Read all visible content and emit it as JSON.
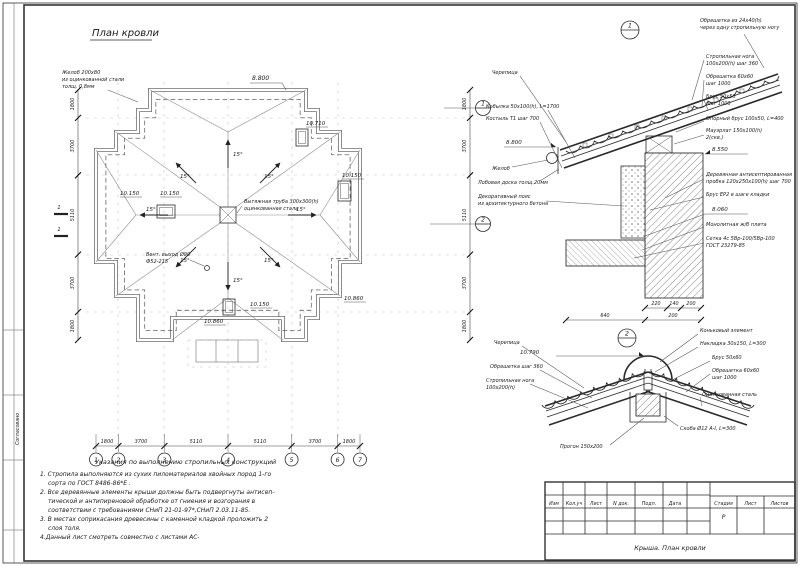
{
  "sheet": {
    "side_text": "Согласовано"
  },
  "plan": {
    "title": "План кровли",
    "elev_top": "8.800",
    "gutter_l1": "Желоб 200х80",
    "gutter_l2": "из оцинкованной стали",
    "gutter_l3": "толщ. 0,8мм",
    "center_l1": "Вытяжная труба 300х300(h)",
    "center_l2": "оцинкованная сталь",
    "vent_l1": "Вент. выход Ø90",
    "vent_l2": "Ф52-215",
    "slope": "15°",
    "elev_10150": "10.150",
    "elev_10860": "10.860",
    "elev_10710": "10.710",
    "callout_upper": "1",
    "callout_lower": "2",
    "section_label": "1",
    "dims_bottom": [
      "1800",
      "3700",
      "5110",
      "5110",
      "3700",
      "1800"
    ],
    "axes_bottom": [
      "1",
      "2",
      "3",
      "4",
      "5",
      "6",
      "7"
    ],
    "dims_right": [
      "1800",
      "3700",
      "5110",
      "3700",
      "1800"
    ],
    "dims_left": [
      "1800",
      "3700",
      "5110",
      "3700",
      "1800"
    ]
  },
  "detail1": {
    "number": "1",
    "top_l1": "Обрешетка из 24х40(h)",
    "top_l2": "через одну стропильную ногу",
    "tile": "Черепица",
    "rafter_l1": "Стропильная нога",
    "rafter_l2": "100х200(h) шаг 360",
    "batten_l1": "Обрешетка 60х60",
    "batten_l2": "шаг 1000",
    "brus_l1": "Брус 50х50",
    "brus_l2": "шаг 1000",
    "opor": "Опорный брус 100х50, L=400",
    "mauer_l1": "Мауэрлат 150х100(h)",
    "mauer_l2": "2(скв.)",
    "elev_8800": "8.800",
    "elev_8550": "8.550",
    "elev_8060": "8.060",
    "probka_l1": "Деревянная антисептированная",
    "probka_l2": "пробка 120х250х100(h) шаг 700",
    "brus2": "Брус ЕР2 в шаге кладки",
    "plita": "Монолитная ж/б плита",
    "setka_l1": "Сетка 4с 5Вр-100/5Вр-100",
    "setka_l2": "ГОСТ 23279-85",
    "kobylka": "Кобылка 50х100(h), L=1700",
    "kostyl": "Костыль Т1 шаг 700",
    "zhelob": "Желоб",
    "doska": "Лобовая доска толщ.20мм",
    "poyas_l1": "Декоративный пояс",
    "poyas_l2": "из архитектурного бетона",
    "dims_a": [
      "220",
      "140",
      "200"
    ],
    "dims_b": [
      "640",
      "200"
    ]
  },
  "detail2": {
    "number": "2",
    "konek": "Коньковый элемент",
    "nakladka": "Накладка 30х150, L=300",
    "tile": "Черепица",
    "obreshetka": "Обрешетка шаг 360",
    "rafter_l1": "Стропильная нога",
    "rafter_l2": "100х200(h)",
    "brus": "Брус 50х60",
    "batten_l1": "Обрешетка 60х60",
    "batten_l2": "шаг 1000",
    "steel": "Оцинкованная сталь",
    "skoba": "Скоба Ø12 А-I, L=300",
    "progon": "Прогон 150х200",
    "elev": "10.790"
  },
  "notes": {
    "heading": "Указания по выполнению стропильных конструкций",
    "lines": [
      "1. Стропила выполняются из сухих пиломатериалов хвойных пород 1-го",
      "сорта по ГОСТ 8486-86*Е .",
      "2. Все деревянные элементы крыши должны быть подвергнуты антисеп-",
      "тической и антипиреновой обработке от гниения и возгорания в",
      "соответствии с требованиями СНиП 21-01-97*,СНиП 2.03.11-85.",
      "3. В местах соприкасания древесины с каменной кладкой проложить 2",
      "слоя толя.",
      "4.Данный лист смотреть совместно с листами АС-"
    ]
  },
  "titleblock": {
    "cols": [
      "Изм",
      "Кол.уч",
      "Лист",
      "N док.",
      "Подп.",
      "Дата"
    ],
    "doc_title": "Крыша. План кровли",
    "stage_label": "Стадия",
    "sheet_label": "Лист",
    "sheets_label": "Листов",
    "stage_value": "Р"
  }
}
